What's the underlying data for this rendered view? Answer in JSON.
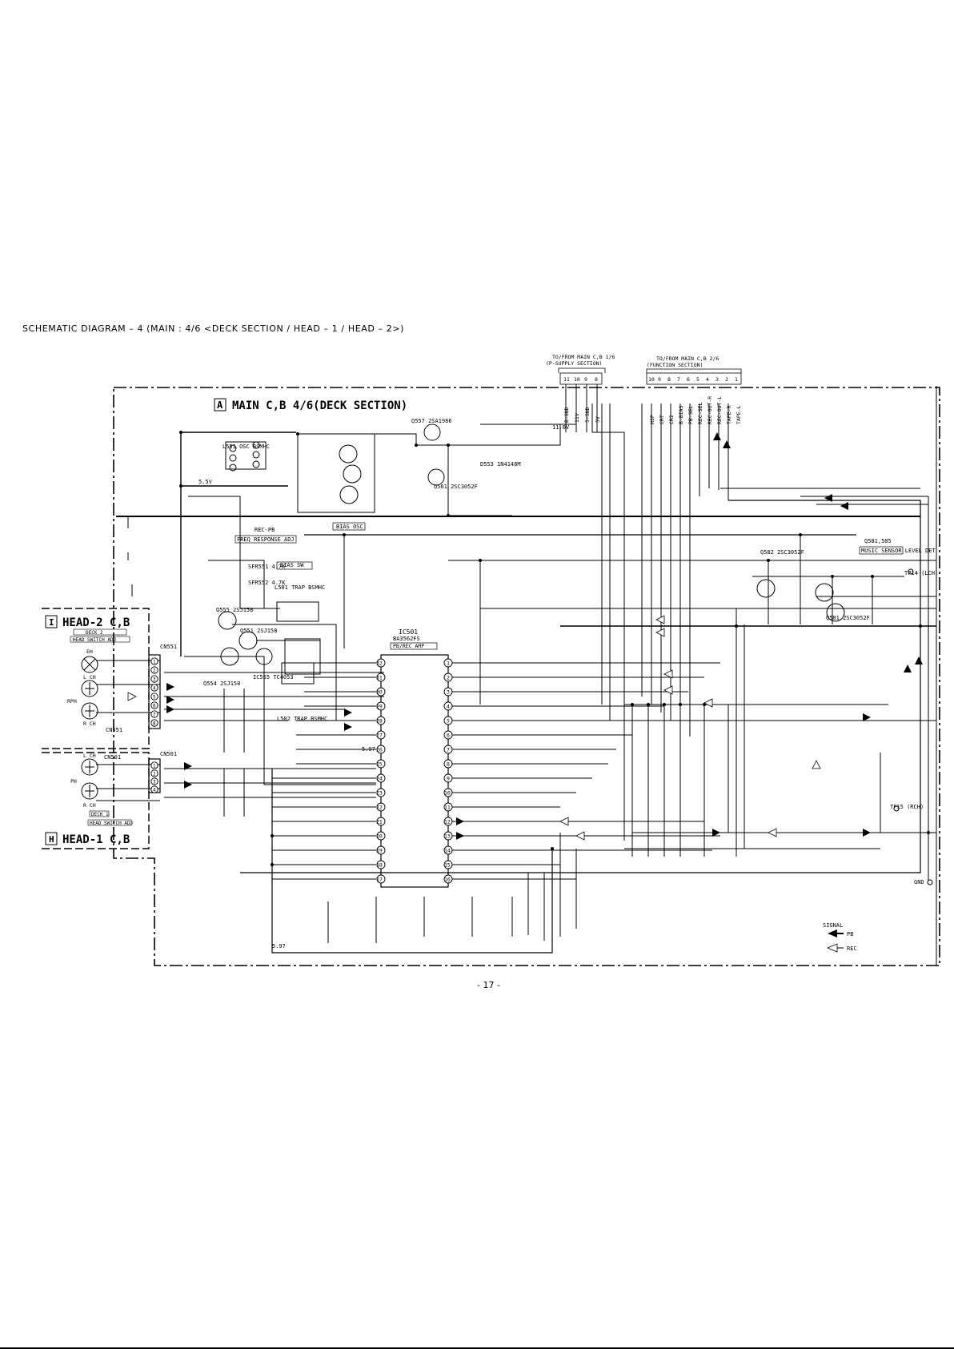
{
  "page": {
    "title": "SCHEMATIC DIAGRAM – 4 (MAIN : 4/6 <DECK SECTION / HEAD – 1 / HEAD – 2>)",
    "page_number": "- 17 -"
  },
  "board_a": {
    "letter": "A",
    "title": "MAIN C,B 4/6(DECK SECTION)"
  },
  "board_i": {
    "letter": "I",
    "title": "HEAD-2 C,B",
    "tag1": "DECK 2",
    "tag2": "HEAD SWITCH ADJ"
  },
  "board_h": {
    "letter": "H",
    "title": "HEAD-1 C,B",
    "tag1": "DECK 1",
    "tag2": "HEAD SWITCH ADJ"
  },
  "to_from_supply": {
    "line1": "TO/FROM MAIN C,B 1/6",
    "line2": "(P-SUPPLY SECTION)",
    "pins": [
      "11",
      "10",
      "9",
      "8"
    ],
    "labels": [
      "B-GND",
      "11V",
      "5-GND",
      "5V"
    ]
  },
  "to_from_function": {
    "line1": "TO/FROM MAIN C,B 2/6",
    "line2": "(FUNCTION SECTION)",
    "pins": [
      "10",
      "9",
      "8",
      "7",
      "6",
      "5",
      "4",
      "3",
      "2",
      "1"
    ],
    "labels": [
      "HSP",
      "CRT",
      "CR2",
      "B-BIAS",
      "PB-SEL",
      "REC-SEL",
      "REC-OUT-R",
      "REC-OUT-L",
      "TAPE-R",
      "TAPE-L"
    ]
  },
  "ic": {
    "ref": "IC501",
    "part": "BA3562FS",
    "function": "PB/REC AMP",
    "left_pins": [
      "32",
      "31",
      "30",
      "29",
      "28",
      "27",
      "26",
      "25",
      "24",
      "23",
      "22",
      "21",
      "20",
      "19",
      "18",
      "17"
    ],
    "right_pins": [
      "1",
      "2",
      "3",
      "4",
      "5",
      "6",
      "7",
      "8",
      "9",
      "10",
      "11",
      "12",
      "13",
      "14",
      "15",
      "16"
    ]
  },
  "components": {
    "q557": "Q557 2SA1986",
    "q561": "Q561 2SC3052F",
    "d553": "D553 1N4148M",
    "q582": "Q582 2SC3052F",
    "q581": "Q581 2SC3052F",
    "q555": "Q555 2SJ158",
    "q551": "Q551 2SJ158",
    "q554": "Q554 2SJ158",
    "l551": "L551 OSC BSMHC",
    "l501": "L501 TRAP BSMHC",
    "l502": "L502 TRAP BSMHC",
    "ic555": "IC555 TC4053",
    "sfr551": "SFR551 4.7K",
    "sfr552": "SFR552 4.7K",
    "music_sensor": "MUSIC SENSOR LEVEL DET",
    "q581_585": "Q581,585",
    "rec_pb": "REC-PB",
    "freq": "FREQ RESPONSE ADJ",
    "bias_osc": "BIAS OSC",
    "bias_sw": "BIAS SW",
    "cn551": "CN551",
    "cn501": "CN501",
    "tp14": "TP14 (LCH)",
    "tp15": "TP15 (RCH)",
    "gnd": "GND",
    "v1108": "11.0V",
    "v557": "5.5V",
    "v597": "5.97"
  },
  "heads": {
    "rpv": "RPH",
    "ph": "PH",
    "erase": "EH",
    "lch": "L CH",
    "rch": "R CH"
  },
  "signal_legend": {
    "title": "SIGNAL",
    "pb": "PB",
    "rec": "REC"
  }
}
